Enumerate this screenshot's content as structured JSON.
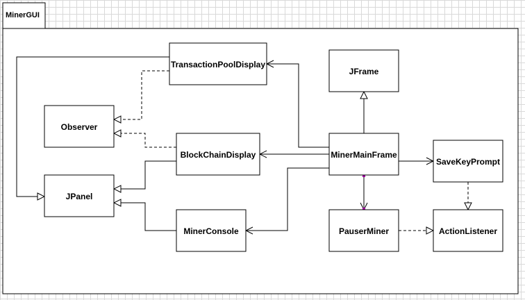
{
  "package": {
    "name": "MinerGUI"
  },
  "classes": {
    "transaction_pool_display": "TransactionPoolDisplay",
    "jframe": "JFrame",
    "observer": "Observer",
    "blockchain_display": "BlockChainDisplay",
    "miner_main_frame": "MinerMainFrame",
    "save_key_prompt": "SaveKeyPrompt",
    "jpanel": "JPanel",
    "miner_console": "MinerConsole",
    "pauser_miner": "PauserMiner",
    "action_listener": "ActionListener"
  },
  "colors": {
    "line": "#000000",
    "box_fill": "#ffffff",
    "grid": "#d9d9d9",
    "handle": "#a000a0"
  }
}
